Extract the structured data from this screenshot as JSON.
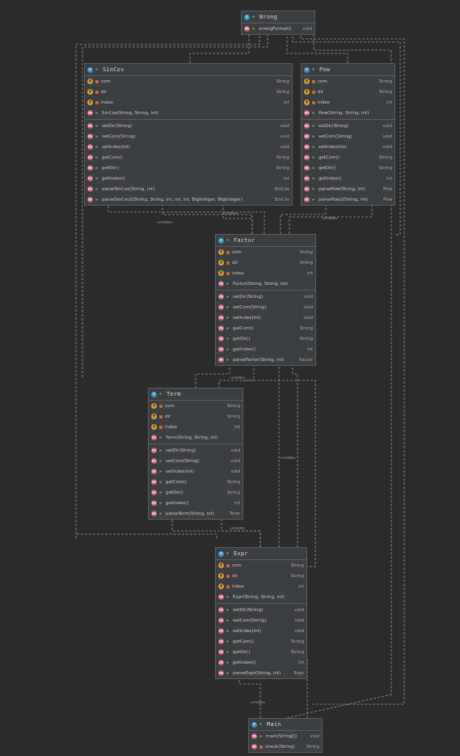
{
  "edge_label": "«create»",
  "classes": {
    "wrong": {
      "name": "Wrong",
      "members": [
        {
          "kind": "m",
          "name": "wrongFormat()",
          "type": "void"
        }
      ],
      "split": 1
    },
    "sincos": {
      "name": "SinCos",
      "split": 4,
      "members": [
        {
          "kind": "f",
          "name": "com",
          "type": "String"
        },
        {
          "kind": "f",
          "name": "dir",
          "type": "String"
        },
        {
          "kind": "f",
          "name": "index",
          "type": "int"
        },
        {
          "kind": "m",
          "name": "SinCos(String, String, int)",
          "type": ""
        },
        {
          "kind": "m",
          "name": "setDir(String)",
          "type": "void"
        },
        {
          "kind": "m",
          "name": "setCom(String)",
          "type": "void"
        },
        {
          "kind": "m",
          "name": "setIndex(int)",
          "type": "void"
        },
        {
          "kind": "m",
          "name": "getCom()",
          "type": "String"
        },
        {
          "kind": "m",
          "name": "getDir()",
          "type": "String"
        },
        {
          "kind": "m",
          "name": "getIndex()",
          "type": "int"
        },
        {
          "kind": "m",
          "name": "parseSinCos(String, int)",
          "type": "SinCos"
        },
        {
          "kind": "m",
          "name": "parseSinCos2(String, String, int, int, int, BigInteger, BigInteger)",
          "type": "SinCos"
        }
      ]
    },
    "pow": {
      "name": "Pow",
      "split": 4,
      "members": [
        {
          "kind": "f",
          "name": "com",
          "type": "String"
        },
        {
          "kind": "f",
          "name": "dir",
          "type": "String"
        },
        {
          "kind": "f",
          "name": "index",
          "type": "int"
        },
        {
          "kind": "m",
          "name": "Pow(String, String, int)",
          "type": ""
        },
        {
          "kind": "m",
          "name": "setDir(String)",
          "type": "void"
        },
        {
          "kind": "m",
          "name": "setCom(String)",
          "type": "void"
        },
        {
          "kind": "m",
          "name": "setIndex(int)",
          "type": "void"
        },
        {
          "kind": "m",
          "name": "getCom()",
          "type": "String"
        },
        {
          "kind": "m",
          "name": "getDir()",
          "type": "String"
        },
        {
          "kind": "m",
          "name": "getIndex()",
          "type": "int"
        },
        {
          "kind": "m",
          "name": "parsePow(String, int)",
          "type": "Pow"
        },
        {
          "kind": "m",
          "name": "parsePow2(String, int)",
          "type": "Pow"
        }
      ]
    },
    "factor": {
      "name": "Factor",
      "split": 4,
      "members": [
        {
          "kind": "f",
          "name": "com",
          "type": "String"
        },
        {
          "kind": "f",
          "name": "dir",
          "type": "String"
        },
        {
          "kind": "f",
          "name": "index",
          "type": "int"
        },
        {
          "kind": "m",
          "name": "Factor(String, String, int)",
          "type": ""
        },
        {
          "kind": "m",
          "name": "setDir(String)",
          "type": "void"
        },
        {
          "kind": "m",
          "name": "setCom(String)",
          "type": "void"
        },
        {
          "kind": "m",
          "name": "setIndex(int)",
          "type": "void"
        },
        {
          "kind": "m",
          "name": "getCom()",
          "type": "String"
        },
        {
          "kind": "m",
          "name": "getDir()",
          "type": "String"
        },
        {
          "kind": "m",
          "name": "getIndex()",
          "type": "int"
        },
        {
          "kind": "m",
          "name": "parseFactor(String, int)",
          "type": "Factor"
        }
      ]
    },
    "term": {
      "name": "Term",
      "split": 4,
      "members": [
        {
          "kind": "f",
          "name": "com",
          "type": "String"
        },
        {
          "kind": "f",
          "name": "dir",
          "type": "String"
        },
        {
          "kind": "f",
          "name": "index",
          "type": "int"
        },
        {
          "kind": "m",
          "name": "Term(String, String, int)",
          "type": ""
        },
        {
          "kind": "m",
          "name": "setDir(String)",
          "type": "void"
        },
        {
          "kind": "m",
          "name": "setCom(String)",
          "type": "void"
        },
        {
          "kind": "m",
          "name": "setIndex(int)",
          "type": "void"
        },
        {
          "kind": "m",
          "name": "getCom()",
          "type": "String"
        },
        {
          "kind": "m",
          "name": "getDir()",
          "type": "String"
        },
        {
          "kind": "m",
          "name": "getIndex()",
          "type": "int"
        },
        {
          "kind": "m",
          "name": "parseTerm(String, int)",
          "type": "Term"
        }
      ]
    },
    "expr": {
      "name": "Expr",
      "split": 4,
      "members": [
        {
          "kind": "f",
          "name": "com",
          "type": "String"
        },
        {
          "kind": "f",
          "name": "dir",
          "type": "String"
        },
        {
          "kind": "f",
          "name": "index",
          "type": "int"
        },
        {
          "kind": "m",
          "name": "Expr(String, String, int)",
          "type": ""
        },
        {
          "kind": "m",
          "name": "setDir(String)",
          "type": "void"
        },
        {
          "kind": "m",
          "name": "setCom(String)",
          "type": "void"
        },
        {
          "kind": "m",
          "name": "setIndex(int)",
          "type": "void"
        },
        {
          "kind": "m",
          "name": "getCom()",
          "type": "String"
        },
        {
          "kind": "m",
          "name": "getDir()",
          "type": "String"
        },
        {
          "kind": "m",
          "name": "getIndex()",
          "type": "int"
        },
        {
          "kind": "m",
          "name": "parseExpr(String, int)",
          "type": "Expr"
        }
      ]
    },
    "main": {
      "name": "Main",
      "split": 0,
      "members": [
        {
          "kind": "m",
          "name": "main(String[])",
          "type": "void"
        },
        {
          "kind": "m",
          "name": "check(String)",
          "type": "String"
        }
      ]
    }
  }
}
